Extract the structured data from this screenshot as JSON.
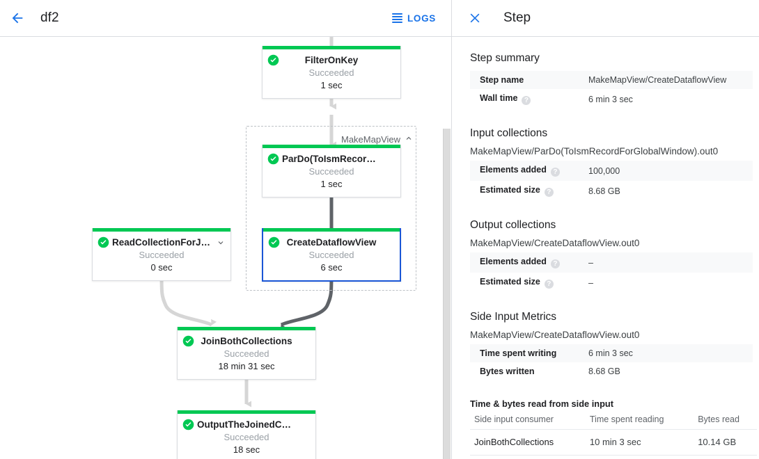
{
  "topbar": {
    "back_icon": "arrow-left-icon",
    "job_name": "df2",
    "logs_label": "LOGS",
    "logs_icon": "list-lines-icon",
    "accent_color": "#1a73e8"
  },
  "graph": {
    "group": {
      "label": "MakeMapView",
      "collapse_icon": "chevron-up-icon"
    },
    "status_color": "#00c853",
    "selected_color": "#1a56d6",
    "edge_color_default": "#d6d6d6",
    "edge_color_highlight": "#5f6368",
    "nodes": [
      {
        "id": "filter-on-key",
        "name": "FilterOnKey",
        "status": "Succeeded",
        "time": "1 sec",
        "check_icon": "check-circle-icon",
        "expander": null,
        "selected": false
      },
      {
        "id": "pardo-toism",
        "name": "ParDo(ToIsmRecordFor…",
        "status": "Succeeded",
        "time": "1 sec",
        "check_icon": "check-circle-icon",
        "expander": null,
        "selected": false
      },
      {
        "id": "create-dataflowview",
        "name": "CreateDataflowView",
        "status": "Succeeded",
        "time": "6 sec",
        "check_icon": "check-circle-icon",
        "expander": null,
        "selected": true
      },
      {
        "id": "read-collection",
        "name": "ReadCollectionForJoin",
        "status": "Succeeded",
        "time": "0 sec",
        "check_icon": "check-circle-icon",
        "expander": "chevron-down-icon",
        "selected": false
      },
      {
        "id": "join-both",
        "name": "JoinBothCollections",
        "status": "Succeeded",
        "time": "18 min 31 sec",
        "check_icon": "check-circle-icon",
        "expander": null,
        "selected": false
      },
      {
        "id": "output-joined",
        "name": "OutputTheJoinedCollec…",
        "status": "Succeeded",
        "time": "18 sec",
        "check_icon": "check-circle-icon",
        "expander": null,
        "selected": false
      }
    ]
  },
  "panel": {
    "close_icon": "close-icon",
    "title": "Step",
    "step_summary": {
      "heading": "Step summary",
      "rows": [
        {
          "key": "Step name",
          "help": false,
          "value": "MakeMapView/CreateDataflowView"
        },
        {
          "key": "Wall time",
          "help": true,
          "value": "6 min 3 sec"
        }
      ]
    },
    "input_collections": {
      "heading": "Input collections",
      "collection": "MakeMapView/ParDo(ToIsmRecordForGlobalWindow).out0",
      "rows": [
        {
          "key": "Elements added",
          "help": true,
          "value": "100,000"
        },
        {
          "key": "Estimated size",
          "help": true,
          "value": "8.68 GB"
        }
      ]
    },
    "output_collections": {
      "heading": "Output collections",
      "collection": "MakeMapView/CreateDataflowView.out0",
      "rows": [
        {
          "key": "Elements added",
          "help": true,
          "value": "–"
        },
        {
          "key": "Estimated size",
          "help": true,
          "value": "–"
        }
      ]
    },
    "side_input_metrics": {
      "heading": "Side Input Metrics",
      "collection": "MakeMapView/CreateDataflowView.out0",
      "rows": [
        {
          "key": "Time spent writing",
          "help": false,
          "value": "6 min 3 sec"
        },
        {
          "key": "Bytes written",
          "help": false,
          "value": "8.68 GB"
        }
      ],
      "table": {
        "title": "Time & bytes read from side input",
        "columns": [
          "Side input consumer",
          "Time spent reading",
          "Bytes read"
        ],
        "rows": [
          [
            "JoinBothCollections",
            "10 min 3 sec",
            "10.14 GB"
          ]
        ]
      }
    }
  }
}
